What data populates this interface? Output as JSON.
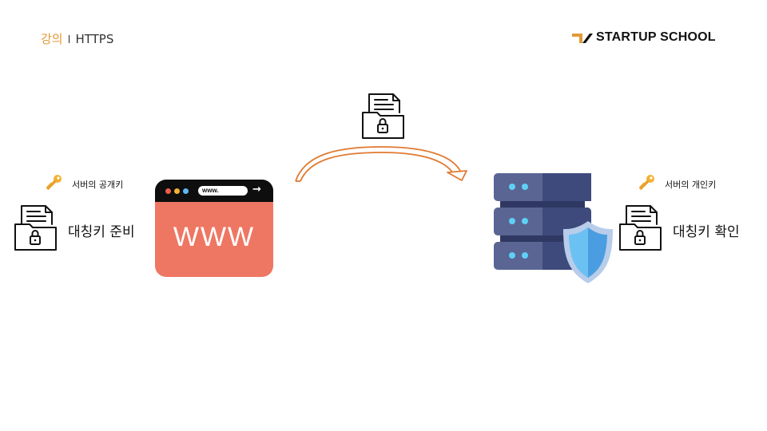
{
  "header": {
    "category": "강의",
    "separator": "I",
    "title": "HTTPS"
  },
  "logo": {
    "text": "STARTUP SCHOOL"
  },
  "client": {
    "key_label": "서버의 공개키",
    "action_label": "대칭키 준비",
    "browser": {
      "url": "www.",
      "content": "WWW"
    }
  },
  "server": {
    "key_label": "서버의 개인키",
    "action_label": "대칭키 확인"
  },
  "icons": {
    "key": "key-icon",
    "locked_document": "locked-document-icon",
    "server": "server-icon",
    "shield": "shield-icon",
    "curved_arrow": "curved-arrow-icon"
  },
  "colors": {
    "accent": "#e39a36",
    "arrow": "#e07a30",
    "browser_body": "#ee7763",
    "browser_bar": "#0e0e0e",
    "server_dark": "#3f4a7c",
    "server_light": "#5a6594",
    "server_led": "#5fd0f5",
    "shield": "#4a9de0"
  }
}
